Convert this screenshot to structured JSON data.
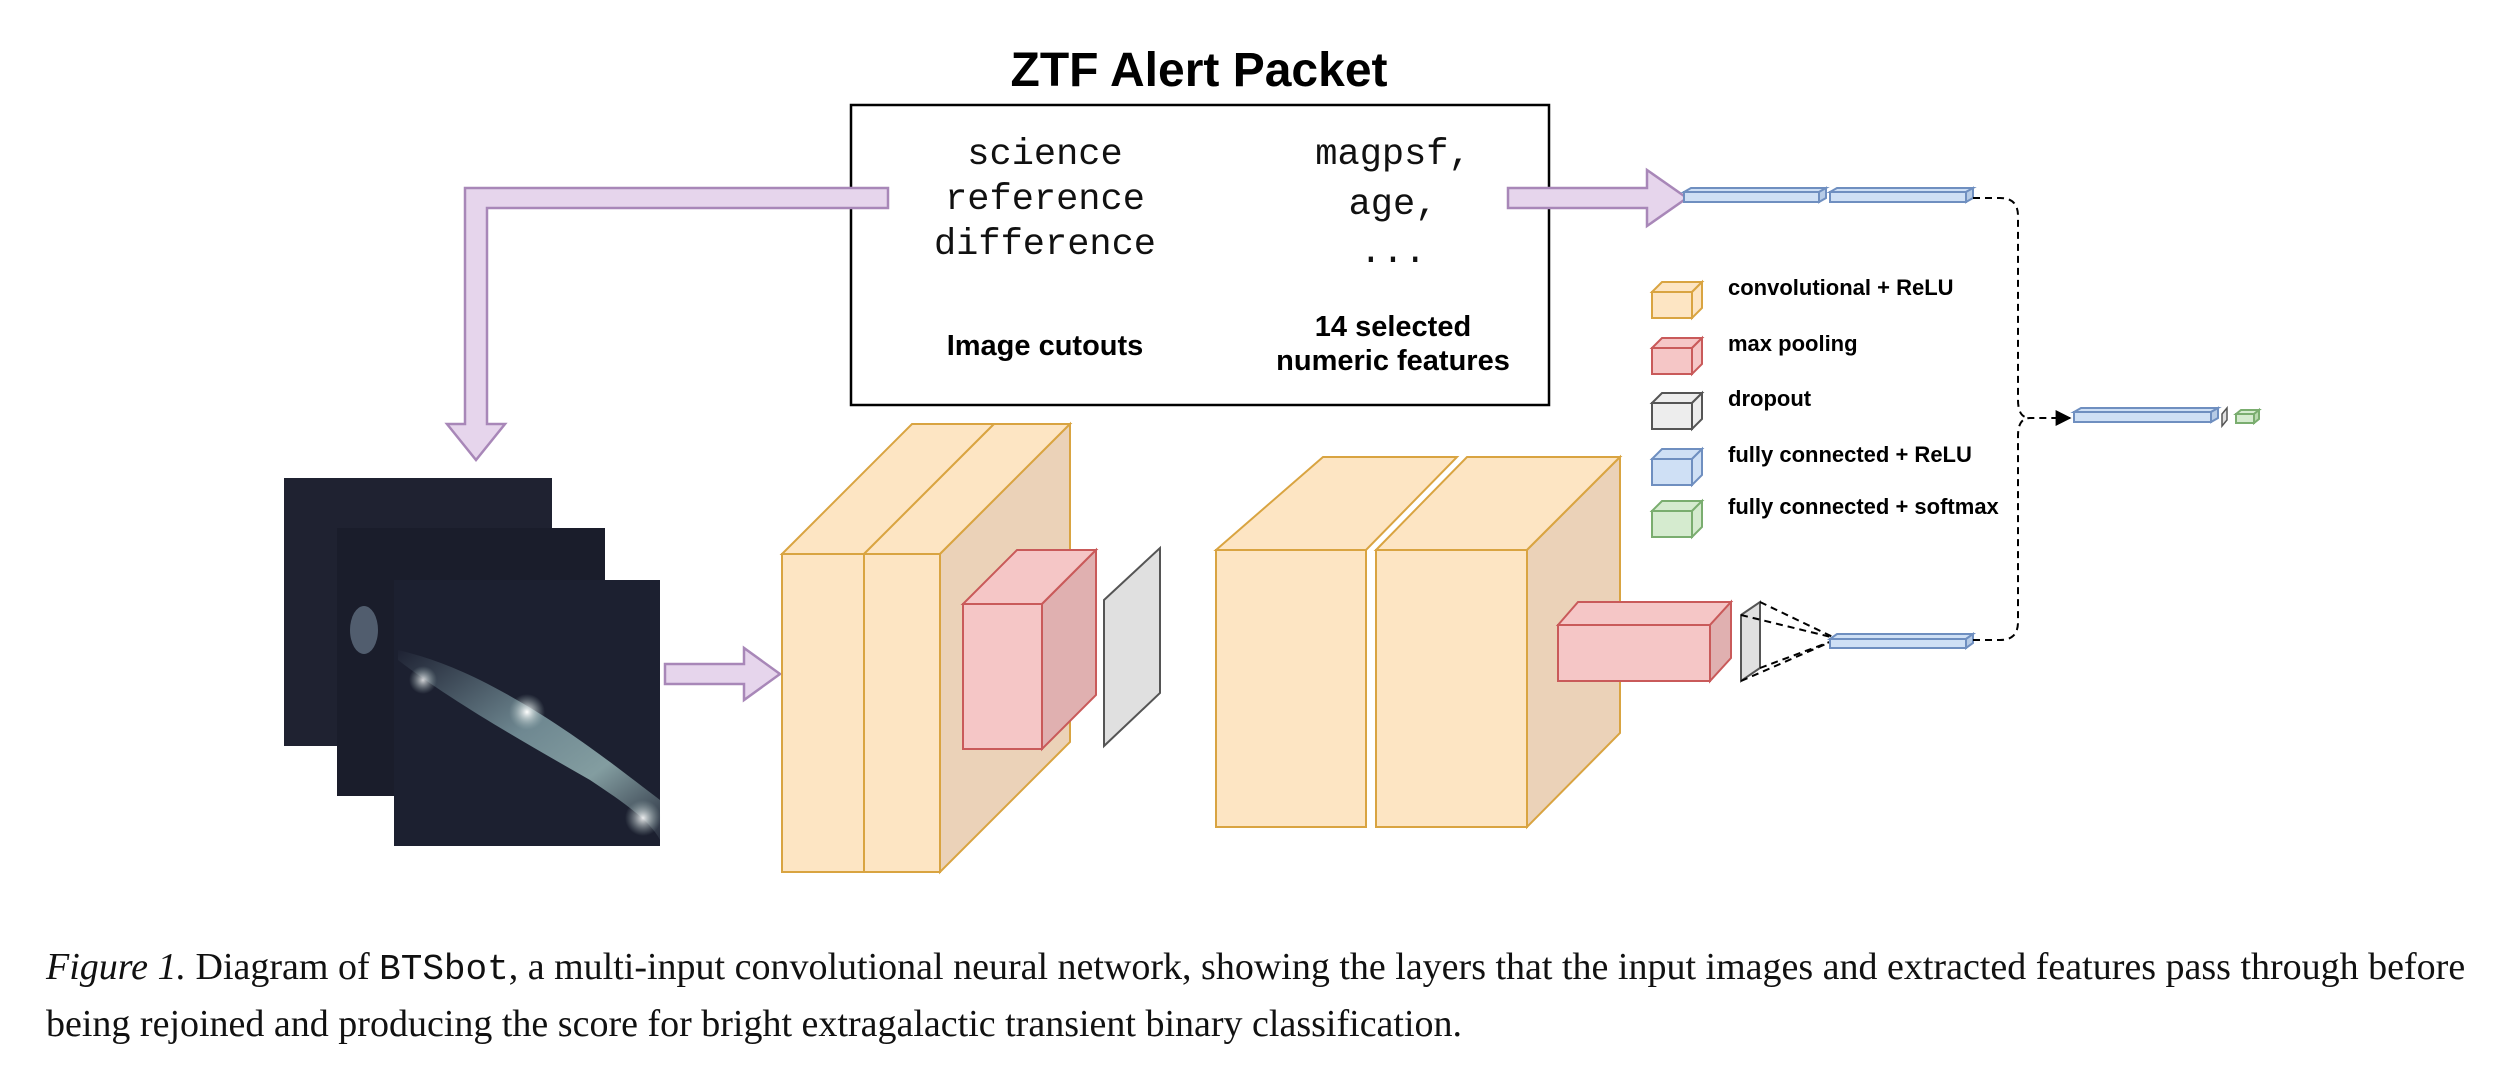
{
  "title": "ZTF Alert Packet",
  "packet": {
    "image_lines": [
      "science",
      "reference",
      "difference"
    ],
    "image_label": "Image cutouts",
    "feature_lines": [
      "magpsf,",
      "age,",
      "..."
    ],
    "feature_label_lines": [
      "14 selected",
      "numeric features"
    ]
  },
  "legend": [
    {
      "label": "convolutional + ReLU",
      "fill": "#fde5c3",
      "stroke": "#d9a441"
    },
    {
      "label": "max pooling",
      "fill": "#f5c6c6",
      "stroke": "#c95a5a"
    },
    {
      "label": "dropout",
      "fill": "#ededed",
      "stroke": "#555555"
    },
    {
      "label": "fully connected + ReLU",
      "fill": "#cfe0f5",
      "stroke": "#6f8fc0"
    },
    {
      "label": "fully connected + softmax",
      "fill": "#d5ebcf",
      "stroke": "#7aad6f"
    }
  ],
  "colors": {
    "arrow_fill": "#e6d5ec",
    "arrow_stroke": "#a887b8",
    "conv_fill": "#fde5c3",
    "conv_side": "#ebd2b8",
    "conv_stroke": "#d9a441",
    "pool_fill": "#f5c6c6",
    "pool_side": "#e0b0b0",
    "pool_stroke": "#c95a5a",
    "dropout_fill": "#e0e0e0",
    "fc_fill": "#cfe0f5",
    "fc_stroke": "#6f8fc0",
    "softmax_fill": "#d5ebcf",
    "softmax_stroke": "#7aad6f"
  },
  "caption": {
    "lead": "Figure 1.",
    "text_before_code": " Diagram of ",
    "code": "BTSbot",
    "text_after_code": ", a multi-input convolutional neural network, showing the layers that the input images and extracted features pass through before being rejoined and producing the score for bright extragalactic transient binary classification."
  }
}
